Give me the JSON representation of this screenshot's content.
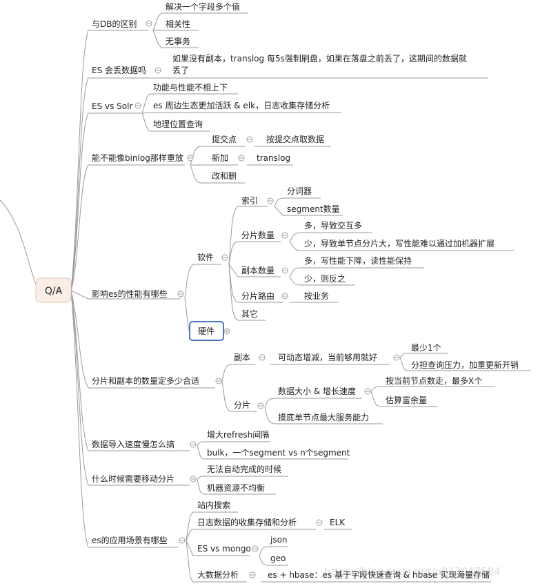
{
  "root": "Q/A",
  "watermark": "https://blog.csdn.net/u013047584",
  "nodes": {
    "q1": "与DB的区别",
    "q1_a": "解决一个字段多个值",
    "q1_b": "相关性",
    "q1_c": "无事务",
    "q2": "ES 会丢数据吗",
    "q2_a1": "如果没有副本，translog 每5s强制刷盘，如果在落盘之前丢了，这期间的数据就",
    "q2_a2": "丢了",
    "q3": "ES vs Solr",
    "q3_a": "功能与性能不相上下",
    "q3_b": "es 周边生态更加活跃 & elk，日志收集存储分析",
    "q3_c": "地理位置查询",
    "q4": "能不能像binlog那样重放",
    "q4_a": "提交点",
    "q4_a1": "按提交点取数据",
    "q4_b": "新加",
    "q4_b1": "translog",
    "q4_c": "改和删",
    "q5": "影响es的性能有哪些",
    "q5_sw": "软件",
    "q5_idx": "索引",
    "q5_idx1": "分词器",
    "q5_idx2": "segment数量",
    "q5_sh": "分片数量",
    "q5_sh1": "多，导致交互多",
    "q5_sh2": "少，导致单节点分片大，写性能难以通过加机器扩展",
    "q5_rp": "副本数量",
    "q5_rp1": "多，写性能下降，读性能保持",
    "q5_rp2": "少，则反之",
    "q5_rt": "分片路由",
    "q5_rt1": "按业务",
    "q5_ot": "其它",
    "q5_hw": "硬件",
    "q6": "分片和副本的数量定多少合适",
    "q6_r": "副本",
    "q6_r1": "可动态增减，当前够用就好",
    "q6_r1a": "最少1个",
    "q6_r1b": "分担查询压力，加重更新开销",
    "q6_s": "分片",
    "q6_s1": "数据大小 & 增长速度",
    "q6_s1a": "按当前节点数走，最多X个",
    "q6_s1b": "估算富余量",
    "q6_s2": "摸底单节点最大服务能力",
    "q7": "数据导入速度慢怎么搞",
    "q7_a": "增大refresh间隔",
    "q7_b": "bulk，一个segment vs n个segment",
    "q8": "什么时候需要移动分片",
    "q8_a": "无法自动完成的时候",
    "q8_b": "机器资源不均衡",
    "q9": "es的应用场景有哪些",
    "q9_a": "站内搜索",
    "q9_b": "日志数据的收集存储和分析",
    "q9_b1": "ELK",
    "q9_c": "ES vs mongo",
    "q9_c1": "json",
    "q9_c2": "geo",
    "q9_d": "大数据分析",
    "q9_d1": "es + hbase：es 基于字段快速查询 & hbase 实现海量存储"
  },
  "colors": {
    "root_fill": "#fbeee6",
    "root_border": "#e3c7b4",
    "selected_border": "#4a78c2",
    "line": "#9a9a9a",
    "text": "#222222"
  }
}
